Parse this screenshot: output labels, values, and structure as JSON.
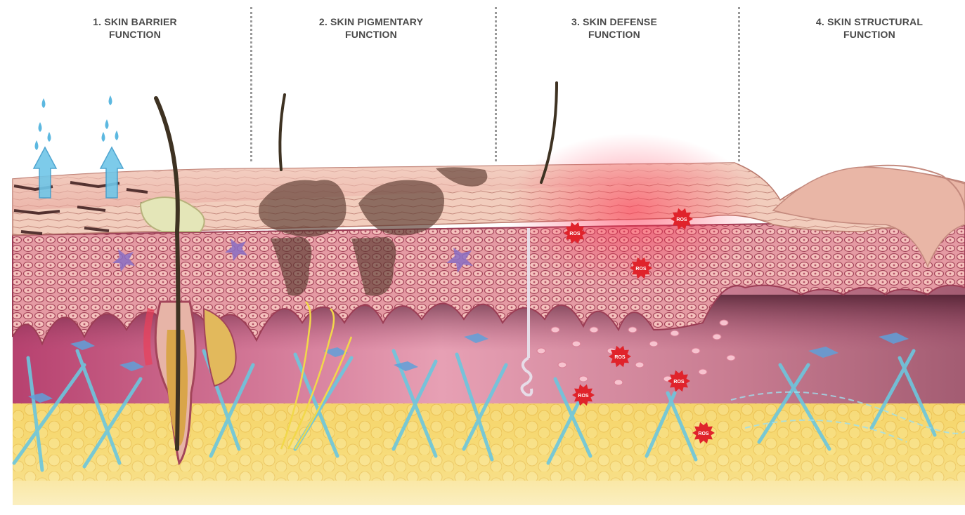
{
  "sections": [
    {
      "number": "1.",
      "line1": "SKIN BARRIER",
      "line2": "FUNCTION"
    },
    {
      "number": "2.",
      "line1": "SKIN PIGMENTARY",
      "line2": "FUNCTION"
    },
    {
      "number": "3.",
      "line1": "SKIN DEFENSE",
      "line2": "FUNCTION"
    },
    {
      "number": "4.",
      "line1": "SKIN STRUCTURAL",
      "line2": "FUNCTION"
    }
  ],
  "marker_label": "ROS",
  "colors": {
    "heading": "#4a4a4a",
    "divider": "#9a9a9a",
    "epidermis": "#e8a3a3",
    "stratum_corneum": "#f0c8b4",
    "dermis": "#d98aa0",
    "subcutis": "#f5d36a",
    "collagen": "#6cc7de",
    "water": "#5cb8e0",
    "melanin": "#5a3a30",
    "ros_marker": "#e0232b"
  },
  "icons": [
    "water-drop-icon",
    "upward-arrow-icon",
    "hair-icon",
    "melanocyte-icon",
    "ros-burst-icon",
    "fibroblast-icon"
  ]
}
